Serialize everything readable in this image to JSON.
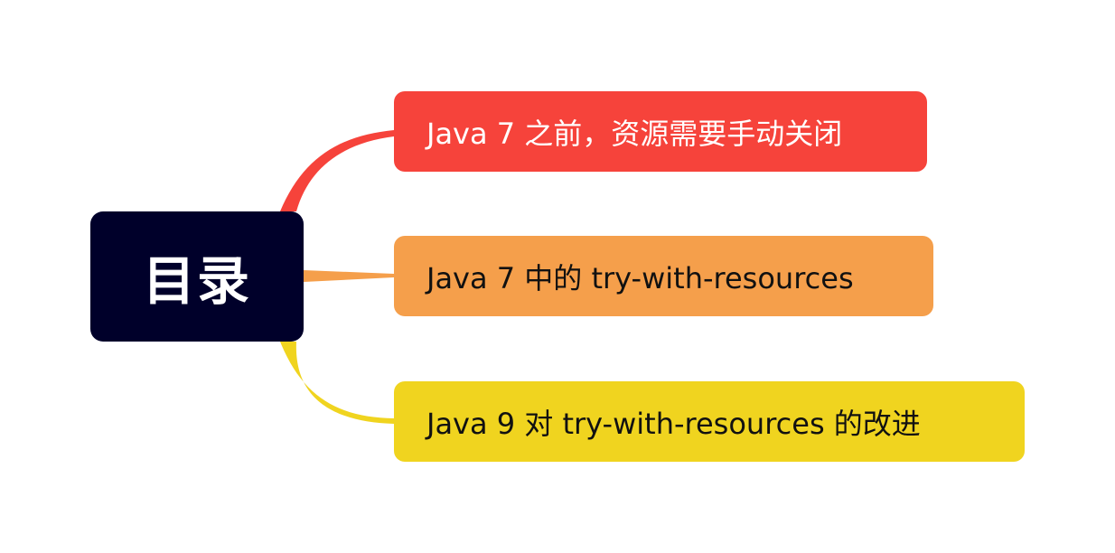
{
  "root": {
    "label": "目录",
    "color": "#00002a",
    "text_color": "#ffffff"
  },
  "topics": [
    {
      "label": "Java 7 之前，资源需要手动关闭",
      "color": "#f6433b",
      "text_color": "#ffffff"
    },
    {
      "label": "Java 7 中的 try-with-resources",
      "color": "#f59f4b",
      "text_color": "#111111"
    },
    {
      "label": "Java 9 对 try-with-resources 的改进",
      "color": "#f0d41f",
      "text_color": "#111111"
    }
  ]
}
